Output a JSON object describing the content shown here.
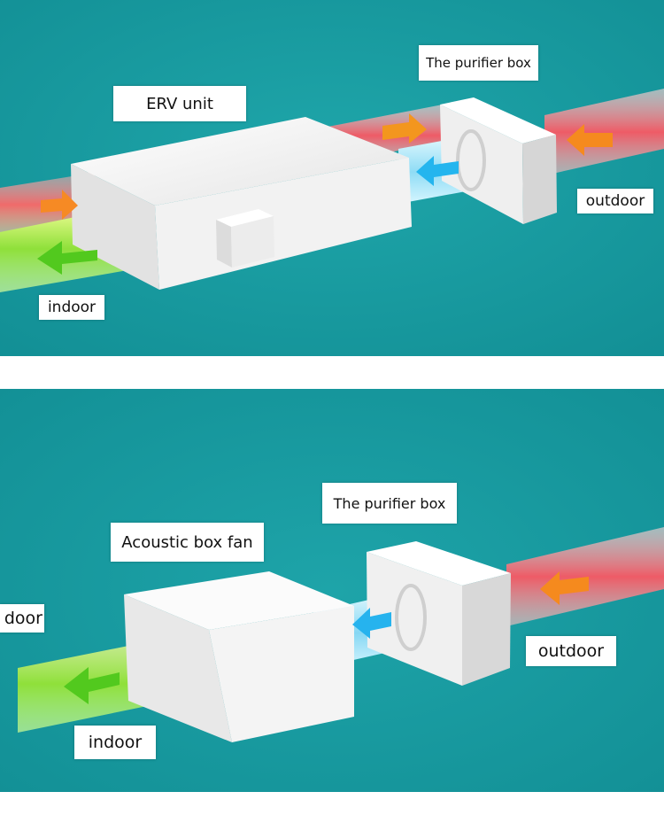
{
  "diagram_top": {
    "erv_label": "ERV unit",
    "purifier_label": "The purifier box",
    "outdoor_label": "outdoor",
    "indoor_label": "indoor"
  },
  "diagram_bottom": {
    "fan_label": "Acoustic box fan",
    "purifier_label": "The purifier box",
    "outdoor_label": "outdoor",
    "indoor_label": "indoor",
    "cropped_left_label": "door"
  },
  "colors": {
    "background": "#15979c",
    "fresh_air_blue": "#3fc6f2",
    "outdoor_air_orange": "#f0821e",
    "supply_air_green": "#5bd42a",
    "exhaust_red": "#e85060",
    "box_face": "#f3f3f3"
  }
}
